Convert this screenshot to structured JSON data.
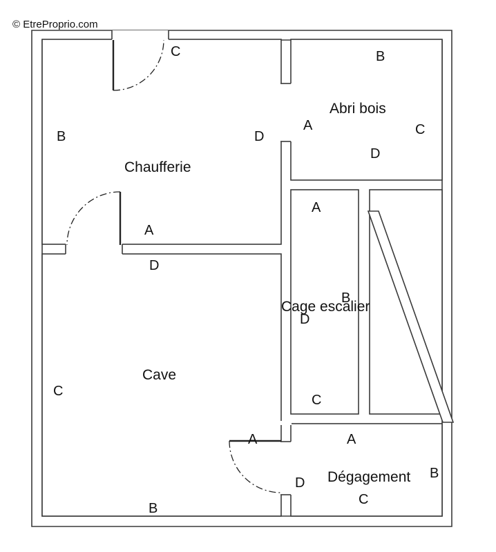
{
  "watermark": "© EtreProprio.com",
  "colors": {
    "wall_stroke": "#3a3a3a",
    "wall_fill": "#ffffff",
    "room_fill": "#ffffff",
    "background": "#ffffff",
    "watermark": "#cfcfcf",
    "door_stroke": "#222222"
  },
  "rooms": {
    "chaufferie": {
      "name": "Chaufferie",
      "walls": {
        "a": "A",
        "b": "B",
        "c": "C",
        "d": "D"
      }
    },
    "abri_bois": {
      "name": "Abri bois",
      "walls": {
        "a": "A",
        "b": "B",
        "c": "C",
        "d": "D"
      }
    },
    "cage_escalier": {
      "name": "Cage escalier",
      "walls": {
        "a": "A",
        "b": "B",
        "c": "C",
        "d": "D"
      }
    },
    "cave": {
      "name": "Cave",
      "walls": {
        "a": "A",
        "b": "B",
        "c": "C",
        "d": "D"
      }
    },
    "degagement": {
      "name": "Dégagement",
      "walls": {
        "a": "A",
        "b": "B",
        "c": "C",
        "d": "D"
      }
    }
  }
}
